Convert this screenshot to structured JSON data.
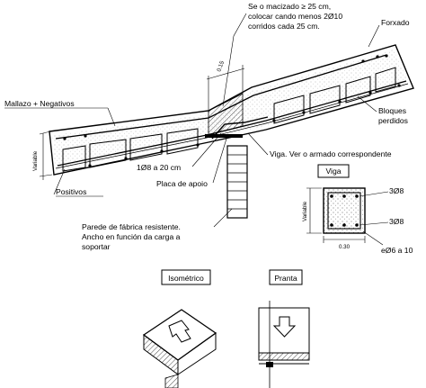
{
  "labels": {
    "note_line1": "Se o macizado ≥ 25 cm,",
    "note_line2": "colocar cando menos 2Ø10",
    "note_line3": "corridos cada 25 cm.",
    "forxado": "Forxado",
    "mallazo": "Mallazo + Negativos",
    "bloques_line1": "Bloques",
    "bloques_line2": "perdidos",
    "variable_left": "Variable",
    "dim_015": "0.15",
    "viga_ref": "Viga. Ver o armado correspondente",
    "bar_1o8": "1Ø8 a 20 cm",
    "placa": "Placa de apoio",
    "positivos": "Positivos",
    "parede_line1": "Parede de fábrica resistente.",
    "parede_line2": "Ancho en función da carga a",
    "parede_line3": "soportar"
  },
  "viga": {
    "title": "Viga",
    "variable": "Variable",
    "width": "0.30",
    "top_bars": "3Ø8",
    "bottom_bars": "3Ø8",
    "stirrups": "eØ6 a 10"
  },
  "views": {
    "isometric": "Isométrico",
    "plan": "Pranta"
  }
}
